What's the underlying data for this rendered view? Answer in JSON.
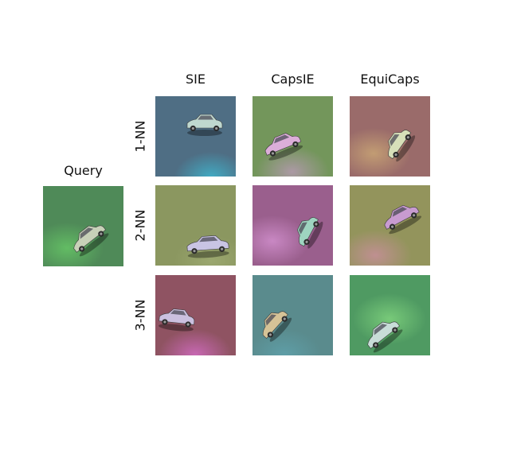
{
  "query_label": "Query",
  "columns": [
    "SIE",
    "CapsIE",
    "EquiCaps"
  ],
  "rows": [
    "1-NN",
    "2-NN",
    "3-NN"
  ],
  "tiles": {
    "query": {
      "bg": "#4f8a58",
      "glow": "#66c566",
      "car": "#c7d1b8",
      "view": "front-tilt"
    },
    "r1c1": {
      "bg": "#4f6e84",
      "glow": "#3fb6cf",
      "car": "#bfd8cf",
      "view": "side"
    },
    "r1c2": {
      "bg": "#73965b",
      "glow": "#b69ab2",
      "car": "#dcaed9",
      "view": "side-tilt"
    },
    "r1c3": {
      "bg": "#9a6b6a",
      "glow": "#c9a575",
      "car": "#d7e0b9",
      "view": "front-tilt"
    },
    "r2c1": {
      "bg": "#8b9760",
      "glow": "#9eaa72",
      "car": "#c9c4e3",
      "view": "side"
    },
    "r2c2": {
      "bg": "#9a5f8d",
      "glow": "#d18fcd",
      "car": "#9ed4c0",
      "view": "top-tilt"
    },
    "r2c3": {
      "bg": "#93945c",
      "glow": "#c78f9a",
      "car": "#c89bd0",
      "view": "side-tilt"
    },
    "r3c1": {
      "bg": "#8f5362",
      "glow": "#d16bc1",
      "car": "#cbc0df",
      "view": "side"
    },
    "r3c2": {
      "bg": "#5a8b8d",
      "glow": "#5fa1ab",
      "car": "#d6c397",
      "view": "front-tilt"
    },
    "r3c3": {
      "bg": "#4f9a62",
      "glow": "#7fd27d",
      "car": "#c8ddd8",
      "view": "side-tilt"
    }
  }
}
